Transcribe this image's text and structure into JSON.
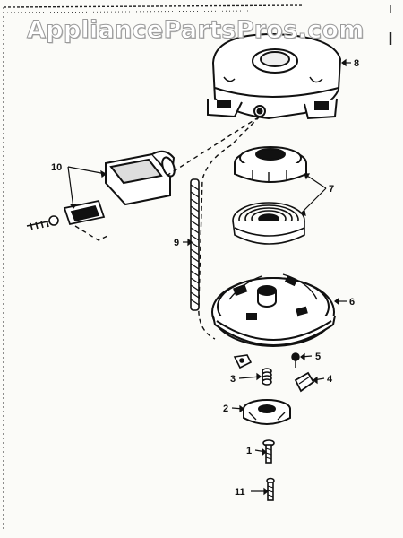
{
  "watermark": "AppliancePartsPros.com",
  "callouts": [
    {
      "id": "1",
      "text": "1"
    },
    {
      "id": "2",
      "text": "2"
    },
    {
      "id": "3",
      "text": "3"
    },
    {
      "id": "4",
      "text": "4"
    },
    {
      "id": "5",
      "text": "5"
    },
    {
      "id": "6",
      "text": "6"
    },
    {
      "id": "7",
      "text": "7"
    },
    {
      "id": "8",
      "text": "8"
    },
    {
      "id": "9",
      "text": "9"
    },
    {
      "id": "10",
      "text": "10"
    },
    {
      "id": "11",
      "text": "11"
    }
  ],
  "colors": {
    "ink": "#111111",
    "paper": "#fbfbf8",
    "watermark": "#9a9a9a"
  }
}
